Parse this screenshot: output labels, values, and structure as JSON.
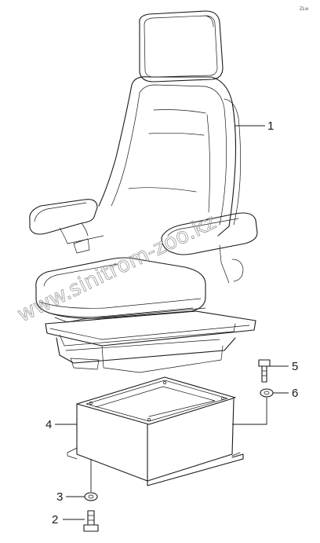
{
  "corner_code": "ZLw",
  "watermark": "www.sinitrom-zoo.kz",
  "callouts": [
    {
      "label": "1",
      "part": "seat-assembly"
    },
    {
      "label": "2",
      "part": "bolt"
    },
    {
      "label": "3",
      "part": "washer"
    },
    {
      "label": "4",
      "part": "seat-base-box"
    },
    {
      "label": "5",
      "part": "bolt"
    },
    {
      "label": "6",
      "part": "washer"
    }
  ],
  "colors": {
    "line": "#1a1a1a",
    "watermark": "#9a9a9a",
    "background": "#ffffff"
  }
}
